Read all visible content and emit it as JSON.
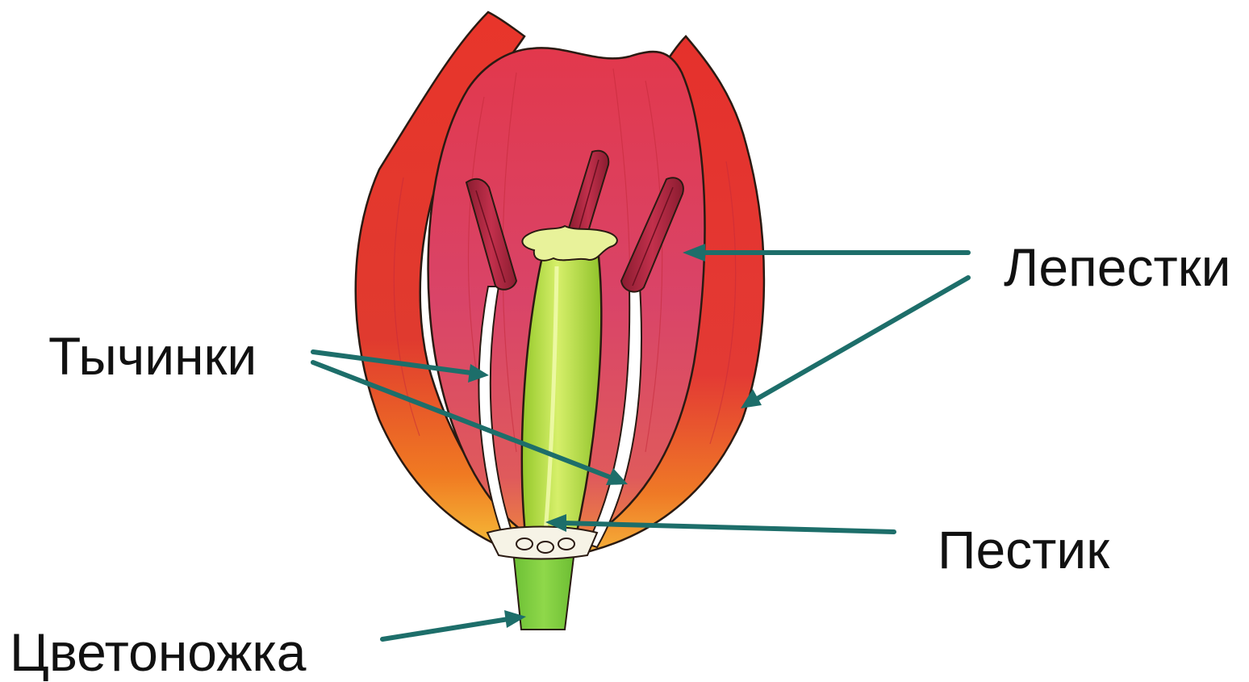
{
  "labels": {
    "petals": "Лепестки",
    "stamens": "Тычинки",
    "pistil": "Пестик",
    "pedicel": "Цветоножка"
  },
  "colors": {
    "pointer": "#1d6e6a",
    "petal_red": "#e2302a",
    "petal_pink": "#d9405f",
    "petal_orange": "#f08a1e",
    "pistil_green": "#a8d82a",
    "stem_green": "#7ccb3a",
    "anther": "#a8243c",
    "outline": "#2a1a12"
  }
}
